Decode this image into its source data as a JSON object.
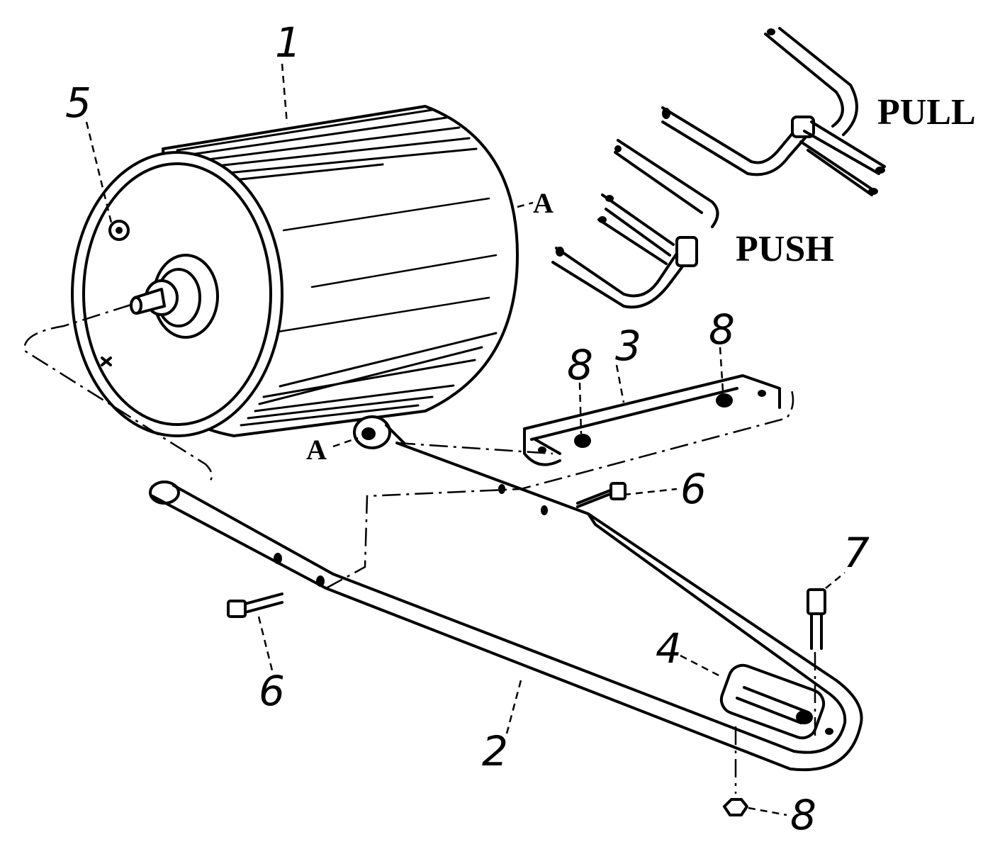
{
  "callouts": {
    "part1": "1",
    "part2": "2",
    "part3": "3",
    "part4": "4",
    "part5": "5",
    "part6_upper": "6",
    "part6_lower": "6",
    "part7": "7",
    "part8_left": "8",
    "part8_right": "8",
    "part8_bottom": "8"
  },
  "labels": {
    "pull": "PULL",
    "push": "PUSH",
    "a_drum": "A",
    "a_handle": "A"
  }
}
